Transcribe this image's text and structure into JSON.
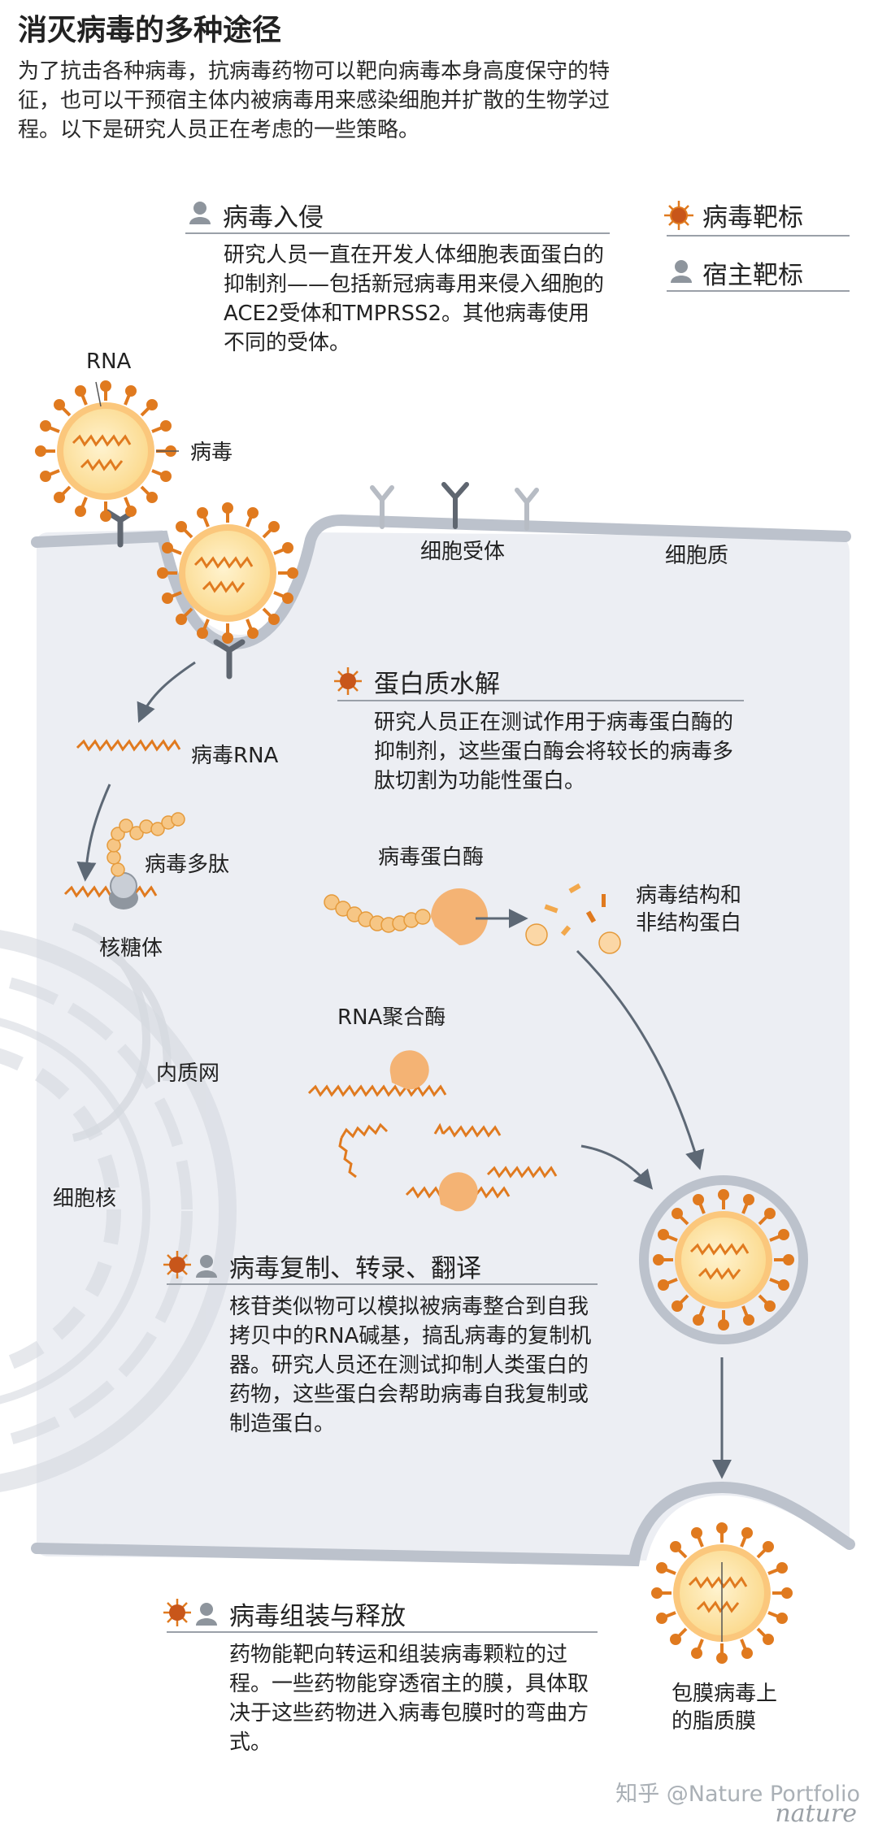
{
  "title": "消灭病毒的多种途径",
  "intro": "为了抗击各种病毒，抗病毒药物可以靶向病毒本身高度保守的特征，也可以干预宿主体内被病毒用来感染细胞并扩散的生物学过程。以下是研究人员正在考虑的一些策略。",
  "legend": {
    "virus_target": "病毒靶标",
    "host_target": "宿主靶标"
  },
  "sections": {
    "entry": {
      "title": "病毒入侵",
      "body": "研究人员一直在开发人体细胞表面蛋白的抑制剂——包括新冠病毒用来侵入细胞的ACE2受体和TMPRSS2。其他病毒使用不同的受体。"
    },
    "proteolysis": {
      "title": "蛋白质水解",
      "body": "研究人员正在测试作用于病毒蛋白酶的抑制剂，这些蛋白酶会将较长的病毒多肽切割为功能性蛋白。"
    },
    "replication": {
      "title": "病毒复制、转录、翻译",
      "body": "核苷类似物可以模拟被病毒整合到自我拷贝中的RNA碱基，搞乱病毒的复制机器。研究人员还在测试抑制人类蛋白的药物，这些蛋白会帮助病毒自我复制或制造蛋白。"
    },
    "assembly": {
      "title": "病毒组装与释放",
      "body": "药物能靶向转运和组装病毒颗粒的过程。一些药物能穿透宿主的膜，具体取决于这些药物进入病毒包膜时的弯曲方式。"
    }
  },
  "labels": {
    "rna": "RNA",
    "virus": "病毒",
    "cell_receptor": "细胞受体",
    "cytoplasm": "细胞质",
    "viral_rna": "病毒RNA",
    "viral_polypeptide": "病毒多肽",
    "ribosome": "核糖体",
    "viral_protease": "病毒蛋白酶",
    "viral_proteins_1": "病毒结构和",
    "viral_proteins_2": "非结构蛋白",
    "rna_polymerase": "RNA聚合酶",
    "er": "内质网",
    "nucleus": "细胞核",
    "envelope_1": "包膜病毒上",
    "envelope_2": "的脂质膜"
  },
  "footer": {
    "watermark": "知乎 @Nature Portfolio",
    "logo": "nature"
  },
  "colors": {
    "virus_orange": "#e07a1f",
    "virus_core": "#fde3a6",
    "cell_fill": "#eceef3",
    "membrane": "#bcc2cc",
    "host_gray": "#8e959d",
    "arrow": "#5d6875"
  }
}
